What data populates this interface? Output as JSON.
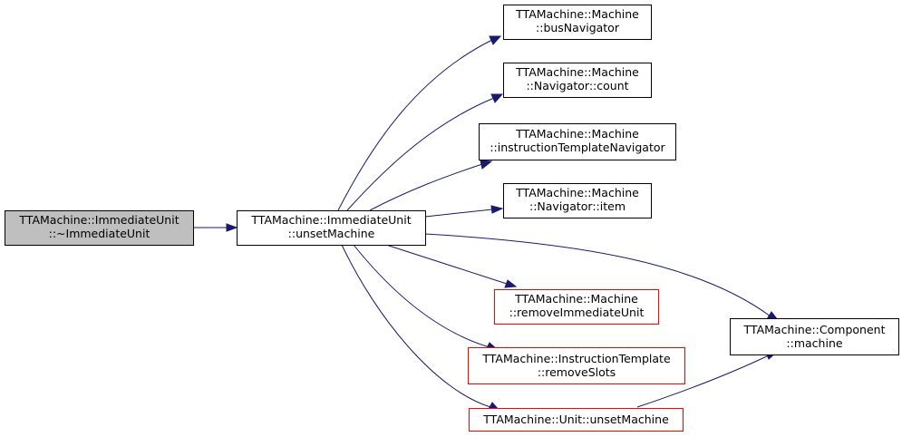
{
  "colors": {
    "edge": "#191970",
    "root_fill": "#bfbfbf",
    "node_fill": "#ffffff",
    "node_border": "#000000",
    "undocumented_border": "#ff0000"
  },
  "nodes": {
    "root": {
      "line1": "TTAMachine::ImmediateUnit",
      "line2": "::~ImmediateUnit"
    },
    "unset": {
      "line1": "TTAMachine::ImmediateUnit",
      "line2": "::unsetMachine"
    },
    "busnav": {
      "line1": "TTAMachine::Machine",
      "line2": "::busNavigator"
    },
    "navcount": {
      "line1": "TTAMachine::Machine",
      "line2": "::Navigator::count"
    },
    "itnav": {
      "line1": "TTAMachine::Machine",
      "line2": "::instructionTemplateNavigator"
    },
    "navitem": {
      "line1": "TTAMachine::Machine",
      "line2": "::Navigator::item"
    },
    "removeiu": {
      "line1": "TTAMachine::Machine",
      "line2": "::removeImmediateUnit"
    },
    "removeslots": {
      "line1": "TTAMachine::InstructionTemplate",
      "line2": "::removeSlots"
    },
    "unitunset": {
      "line1": "TTAMachine::Unit::unsetMachine"
    },
    "compmachine": {
      "line1": "TTAMachine::Component",
      "line2": "::machine"
    }
  }
}
